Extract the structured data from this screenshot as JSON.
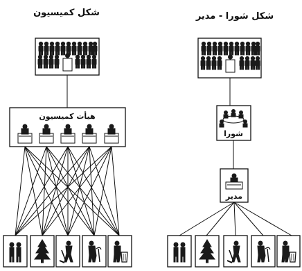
{
  "diagrams": {
    "commission": {
      "title": "شکل کمیسیون",
      "board_label": "هیأت کمیسیون"
    },
    "council_manager": {
      "title": "شکل شورا - مدیر",
      "council_label": "شورا",
      "manager_label": "مدیر"
    }
  },
  "icons": {
    "citizens": "citizens-crowd-icon",
    "council": "council-meeting-icon",
    "manager": "manager-desk-icon",
    "police": "police-icon",
    "tree": "tree-icon",
    "worker": "worker-icon",
    "elder": "elder-icon",
    "sanitation": "sanitation-icon"
  },
  "colors": {
    "ink": "#1a1a1a",
    "background": "#ffffff"
  }
}
